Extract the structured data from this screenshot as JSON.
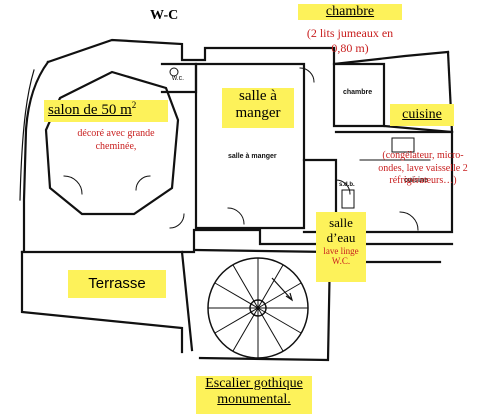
{
  "labels": {
    "wc": "W-C",
    "chambre": "chambre",
    "chambre_note_1": "(2 lits jumeaux en",
    "chambre_note_2": "0,80 m)",
    "salon": "salon de 50 m",
    "salon_sup": "2",
    "salon_note_1": "décoré avec grande",
    "salon_note_2": "cheminée,",
    "salle_a_manger_1": "salle à",
    "salle_a_manger_2": "manger",
    "cuisine": "cuisine",
    "cuisine_note": "(congélateur, micro-ondes, lave vaisselle 2 réfrigérateurs…)",
    "salle_deau_1": "salle",
    "salle_deau_2": "d’eau",
    "salle_deau_note_1": "lave linge",
    "salle_deau_note_2": "W.C.",
    "terrasse": "Terrasse",
    "escalier_1": "Escalier gothique",
    "escalier_2": "monumental."
  },
  "printed": {
    "wc": "w.c.",
    "chambre": "chambre",
    "salle_a_manger": "salle à manger",
    "cuisine": "cuisine",
    "sdb": "s.d.b."
  },
  "colors": {
    "highlight": "#fdf25a",
    "annotation": "#c81e1e",
    "wall": "#111111"
  }
}
